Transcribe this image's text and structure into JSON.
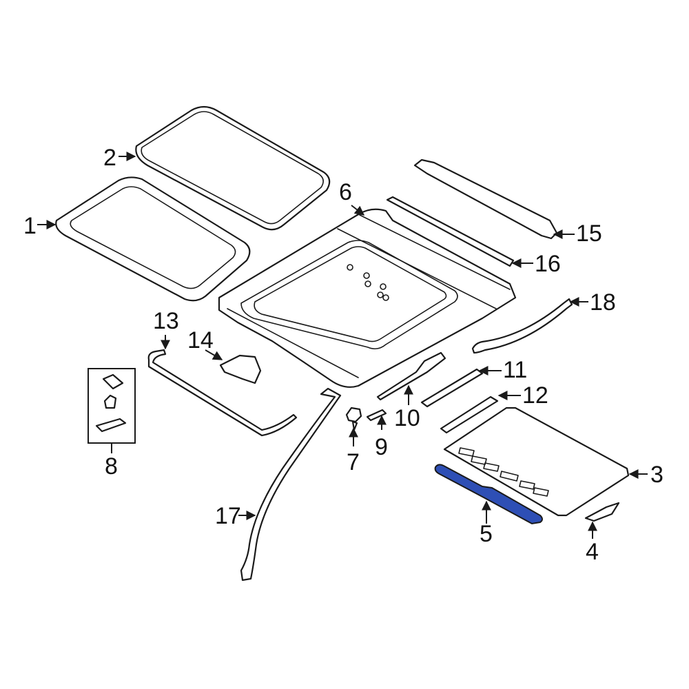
{
  "diagram": {
    "highlight_color": "#2e4fb5",
    "line_color": "#1a1a1a",
    "highlighted_callout": "5",
    "callouts": [
      {
        "id": "1",
        "label": "1"
      },
      {
        "id": "2",
        "label": "2"
      },
      {
        "id": "3",
        "label": "3"
      },
      {
        "id": "4",
        "label": "4"
      },
      {
        "id": "5",
        "label": "5"
      },
      {
        "id": "6",
        "label": "6"
      },
      {
        "id": "7",
        "label": "7"
      },
      {
        "id": "8",
        "label": "8"
      },
      {
        "id": "9",
        "label": "9"
      },
      {
        "id": "10",
        "label": "10"
      },
      {
        "id": "11",
        "label": "11"
      },
      {
        "id": "12",
        "label": "12"
      },
      {
        "id": "13",
        "label": "13"
      },
      {
        "id": "14",
        "label": "14"
      },
      {
        "id": "15",
        "label": "15"
      },
      {
        "id": "16",
        "label": "16"
      },
      {
        "id": "17",
        "label": "17"
      },
      {
        "id": "18",
        "label": "18"
      }
    ]
  }
}
